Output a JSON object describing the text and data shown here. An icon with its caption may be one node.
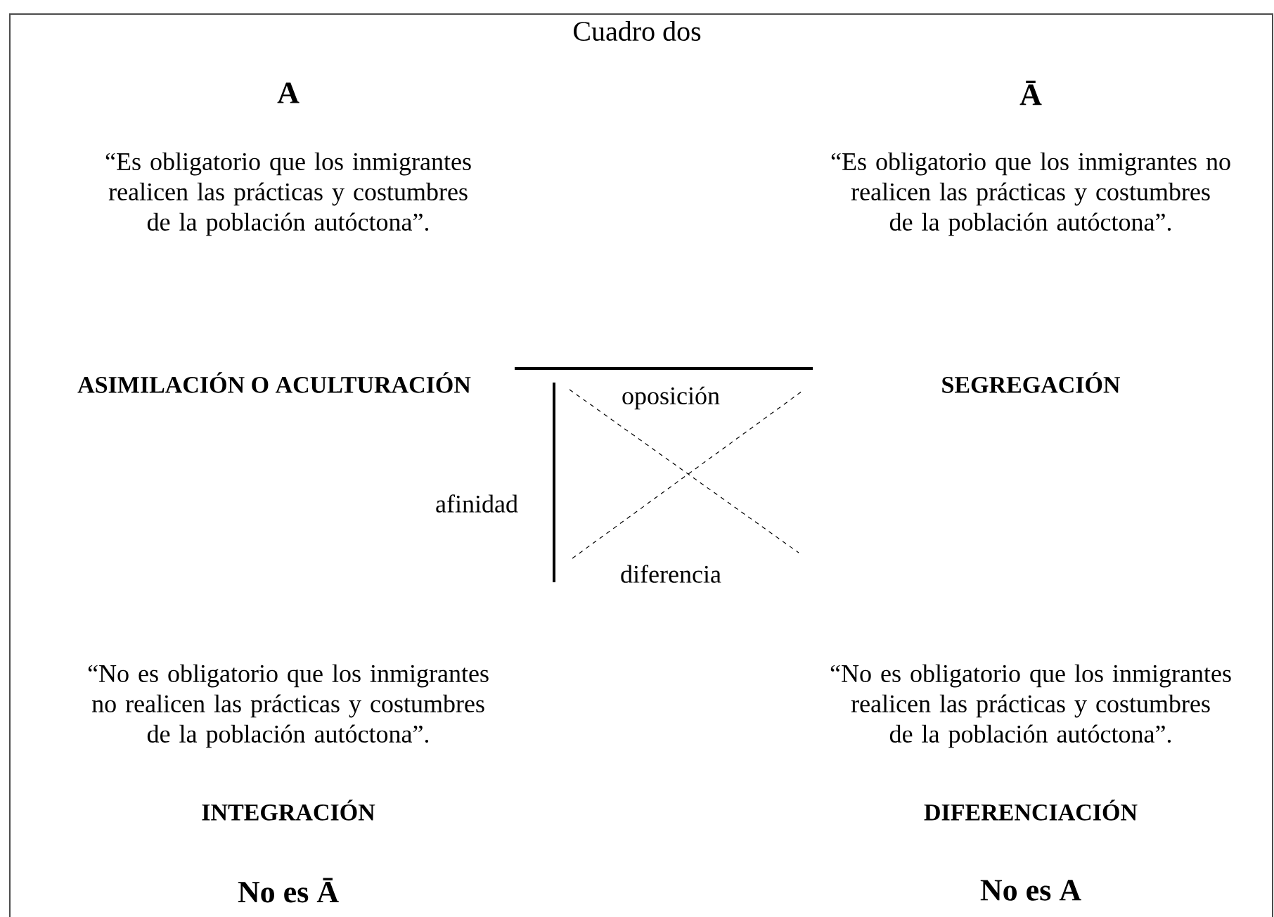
{
  "diagram": {
    "title": "Cuadro dos",
    "labels": [
      "A",
      "Ā",
      "“Es obligatorio que los inmigrantes realicen las prácticas y costumbres de la población autóctona”.",
      "“Es obligatorio que los inmigrantes no realicen las prácticas y costumbres de la población autóctona”.",
      "ASIMILACIÓN O ACULTURACIÓN",
      "SEGREGACIÓN",
      "oposición",
      "afinidad",
      "diferencia",
      "“No es obligatorio que los inmigrantes no realicen las prácticas y costumbres de la población autóctona”.",
      "“No es obligatorio que los inmigrantes realicen las prácticas y costumbres de la población autóctona”.",
      "INTEGRACIÓN",
      "DIFERENCIACIÓN",
      "No es Ā",
      "No es A"
    ]
  }
}
